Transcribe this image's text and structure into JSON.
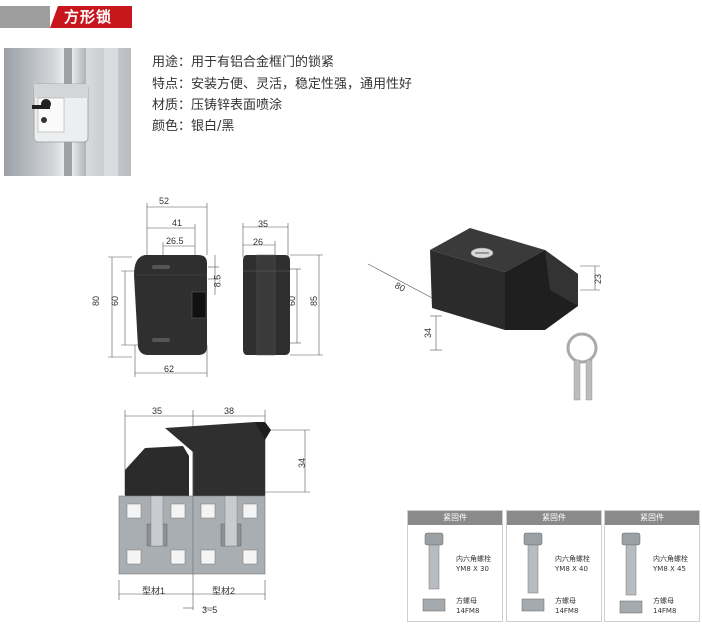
{
  "header": {
    "title": "方形锁"
  },
  "specs": [
    "用途：用于有铝合金框门的锁紧",
    "特点：安装方便、灵活，稳定性强，通用性好",
    "材质：压铸锌表面喷涂",
    "颜色：银白/黑"
  ],
  "front_dims": {
    "d52": "52",
    "d41": "41",
    "d265": "26.5",
    "d85a": "8.5",
    "d80": "80",
    "d60": "60",
    "d62": "62"
  },
  "side_dims": {
    "d35": "35",
    "d26": "26",
    "d60": "60",
    "d85": "85"
  },
  "iso_dims": {
    "d80": "80",
    "d34": "34",
    "d23": "23"
  },
  "install_dims": {
    "d35": "35",
    "d38": "38",
    "d34": "34",
    "gap": "3~5",
    "profile1": "型材1",
    "profile2": "型材2"
  },
  "fasteners": [
    {
      "header": "紧固件",
      "bolt_name": "内六角螺栓",
      "bolt_spec": "YM8 X 30",
      "nut_name": "方螺母",
      "nut_spec": "14FM8"
    },
    {
      "header": "紧固件",
      "bolt_name": "内六角螺栓",
      "bolt_spec": "YM8 X 40",
      "nut_name": "方螺母",
      "nut_spec": "14FM8"
    },
    {
      "header": "紧固件",
      "bolt_name": "内六角螺栓",
      "bolt_spec": "YM8 X 45",
      "nut_name": "方螺母",
      "nut_spec": "14FM8"
    }
  ]
}
